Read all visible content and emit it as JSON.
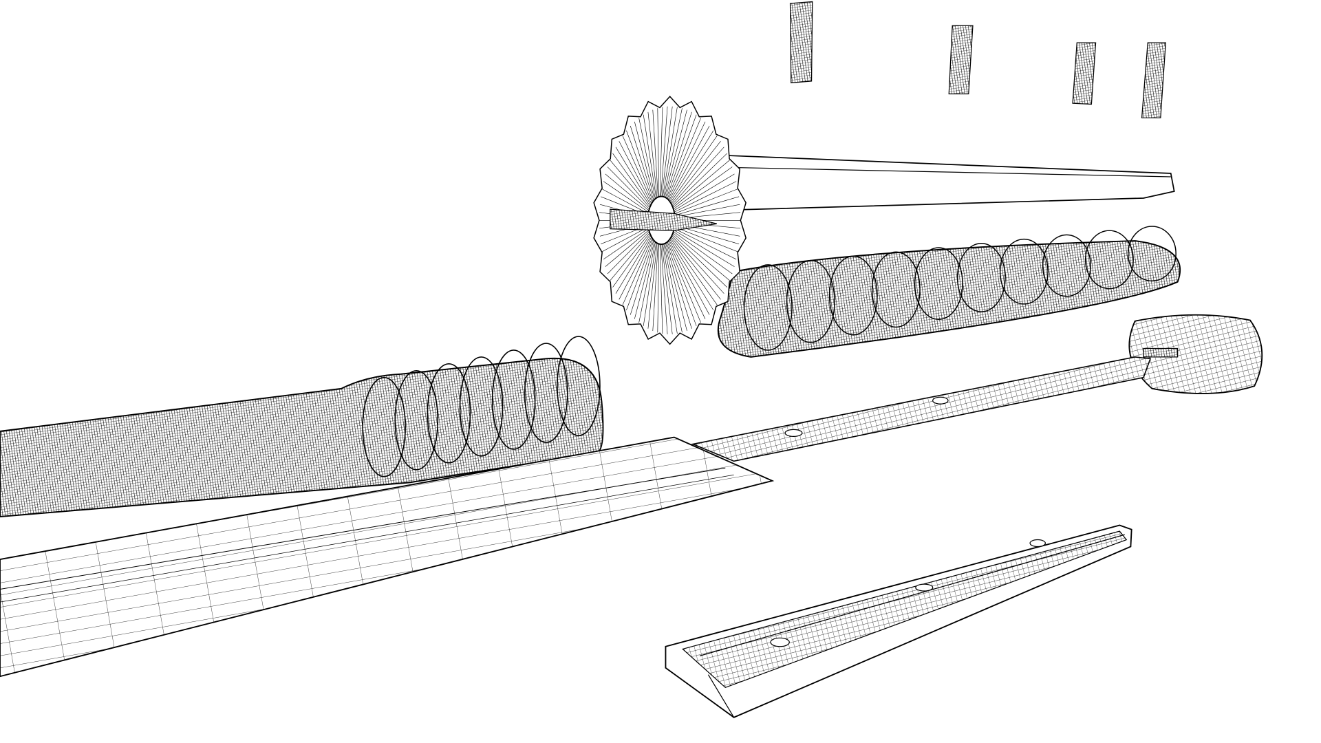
{
  "scene": {
    "background": "#ffffff",
    "line_color": "#000000",
    "render_style": "wireframe",
    "parts": [
      "pin",
      "pin",
      "pin",
      "pin",
      "guard",
      "tang-bar",
      "grip",
      "pommel",
      "tang",
      "blade",
      "scabbard",
      "rail"
    ]
  }
}
